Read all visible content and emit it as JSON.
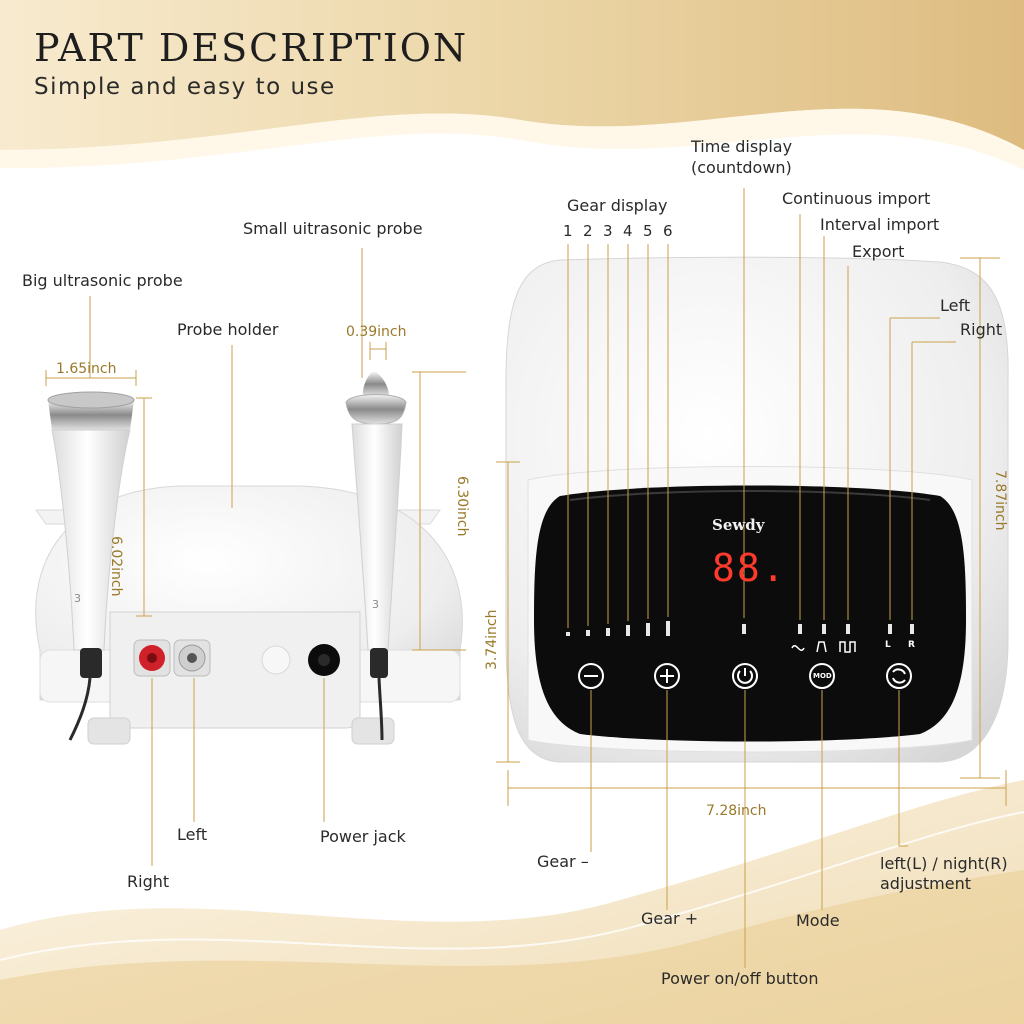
{
  "header": {
    "title": "PART DESCRIPTION",
    "subtitle": "Simple and easy to use"
  },
  "left_device": {
    "labels": {
      "big_probe": "Big ultrasonic probe",
      "small_probe": "Small uitrasonic probe",
      "probe_holder": "Probe holder",
      "left": "Left",
      "right": "Right",
      "power_jack": "Power jack"
    },
    "dimensions": {
      "big_probe_width": "1.65inch",
      "small_probe_width": "0.39inch",
      "big_probe_height": "6.02inch",
      "small_probe_height": "6.30inch"
    },
    "probe_number": "3"
  },
  "right_device": {
    "brand": "Sewdy",
    "display_value": "88.",
    "labels": {
      "time_display_line1": "Time display",
      "time_display_line2": "(countdown)",
      "gear_display": "Gear display",
      "continuous_import": "Continuous import",
      "interval_import": "Interval import",
      "export": "Export",
      "left": "Left",
      "right": "Right",
      "gear_minus": "Gear –",
      "gear_plus": "Gear +",
      "power_button": "Power on/off button",
      "mode": "Mode",
      "lr_adjust_line1": "left(L) / night(R)",
      "lr_adjust_line2": "adjustment"
    },
    "gear_numbers": [
      "1",
      "2",
      "3",
      "4",
      "5",
      "6"
    ],
    "dimensions": {
      "width": "7.28inch",
      "height": "7.87inch",
      "panel_height": "3.74inch"
    },
    "panel_marks": {
      "left": "L",
      "right": "R",
      "mode_button": "MOD"
    }
  },
  "colors": {
    "gold_accent": "#c9a24a",
    "dimension_text": "#9a7a2a",
    "panel_black": "#0c0c0c",
    "display_red": "#ff3a2a",
    "jack_red": "#d0202a"
  }
}
